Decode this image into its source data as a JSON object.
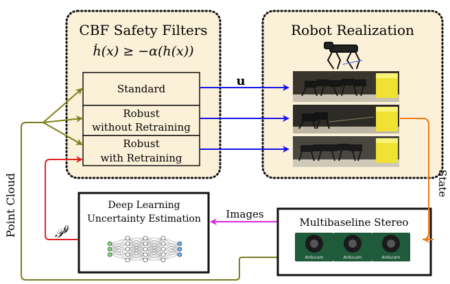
{
  "cbf_panel": {
    "title": "CBF Safety Filters",
    "equation": "ḣ(x) ≥ −α(h(x))",
    "filters": [
      {
        "lines": [
          "Standard"
        ]
      },
      {
        "lines": [
          "Robust",
          "without Retraining"
        ]
      },
      {
        "lines": [
          "Robust",
          "with Retraining"
        ]
      }
    ]
  },
  "robot_panel": {
    "title": "Robot Realization"
  },
  "labels": {
    "control": "u",
    "state": "State",
    "point_cloud": "Point Cloud",
    "images": "Images",
    "p_theta": "𝒫",
    "p_theta_sup": "θ"
  },
  "dl_box": {
    "lines": [
      "Deep Learning",
      "Uncertainty Estimation"
    ]
  },
  "stereo_box": {
    "title": "Multibaseline Stereo",
    "camera_brand": "Arducam"
  },
  "colors": {
    "panel_fill": "#fbf1d8",
    "blue_arrow": "#1010ee",
    "olive_arrow": "#7f7f1a",
    "red_arrow": "#e02020",
    "magenta_arrow": "#e020e0",
    "orange_arrow": "#f07818",
    "olive_line": "#7a7a20"
  }
}
